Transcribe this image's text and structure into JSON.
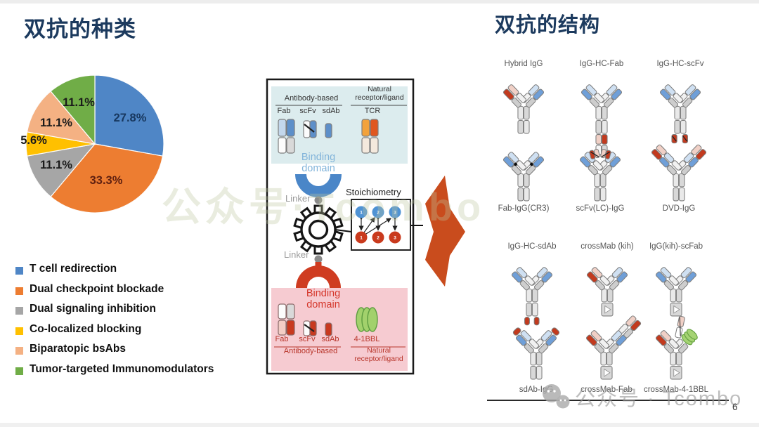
{
  "left_section": {
    "title": "双抗的种类"
  },
  "chart_data": {
    "type": "pie",
    "title": "双抗的种类",
    "labels": [
      "T cell redirection",
      "Dual checkpoint blockade",
      "Dual signaling inhibition",
      "Co-localized blocking",
      "Biparatopic bsAbs",
      "Tumor-targeted Immunomodulators"
    ],
    "values": [
      27.8,
      33.3,
      11.1,
      5.6,
      11.1,
      11.1
    ],
    "value_labels": [
      "27.8%",
      "33.3%",
      "11.1%",
      "5.6%",
      "11.1%",
      "11.1%"
    ],
    "colors": [
      "#4f86c6",
      "#ed7d31",
      "#a6a6a6",
      "#ffc000",
      "#f4b183",
      "#70ad47"
    ],
    "label_colors": [
      "#17375e",
      "#5e1f10",
      "#1a1a1a",
      "#1a1a1a",
      "#1a1a1a",
      "#1a1a1a"
    ],
    "start_angle_deg": 0,
    "direction": "clockwise",
    "legend_position": "below-left"
  },
  "legend": {
    "items": [
      {
        "label": "T cell redirection",
        "color": "#4f86c6"
      },
      {
        "label": "Dual checkpoint blockade",
        "color": "#ed7d31"
      },
      {
        "label": "Dual signaling inhibition",
        "color": "#a6a6a6"
      },
      {
        "label": "Co-localized blocking",
        "color": "#ffc000"
      },
      {
        "label": "Biparatopic bsAbs",
        "color": "#f4b183"
      },
      {
        "label": "Tumor-targeted Immunomodulators",
        "color": "#70ad47"
      }
    ]
  },
  "middle_diagram": {
    "top_panel": {
      "group1_heading": "Antibody-based",
      "group2_heading": "Natural receptor/ligand",
      "items": [
        "Fab",
        "scFv",
        "sdAb"
      ],
      "item2": "TCR",
      "caption": "Binding domain"
    },
    "linker_top": "Linker",
    "linker_bottom": "Linker",
    "core_label": "Multimerization core",
    "stoichiometry": {
      "label": "Stoichiometry",
      "top_row": [
        "1",
        "2",
        "3"
      ],
      "bottom_row": [
        "1",
        "2",
        "3"
      ]
    },
    "bottom_panel": {
      "caption": "Binding domain",
      "items": [
        "Fab",
        "scFv",
        "sdAb"
      ],
      "item2": "4-1BBL",
      "group1_heading": "Antibody-based",
      "group2_heading": "Natural receptor/ligand"
    }
  },
  "right_section": {
    "title": "双抗的结构",
    "groups": [
      {
        "top": [
          {
            "label": "Hybrid IgG",
            "variant": "hybrid-igg"
          },
          {
            "label": "IgG-HC-Fab",
            "variant": "igg-hc-fab"
          },
          {
            "label": "IgG-HC-scFv",
            "variant": "igg-hc-scfv"
          }
        ],
        "bottom": [
          {
            "label": "Fab-IgG(CR3)",
            "variant": "fab-igg-cr3"
          },
          {
            "label": "scFv(LC)-IgG",
            "variant": "scfv-lc-igg"
          },
          {
            "label": "DVD-IgG",
            "variant": "dvd-igg"
          }
        ]
      },
      {
        "top": [
          {
            "label": "IgG-HC-sdAb",
            "variant": "igg-hc-sdab"
          },
          {
            "label": "crossMab (kih)",
            "variant": "crossmab-kih"
          },
          {
            "label": "IgG(kih)-scFab",
            "variant": "igg-kih-scfab"
          }
        ],
        "bottom": [
          {
            "label": "sdAb-IgG",
            "variant": "sdab-igg"
          },
          {
            "label": "crossMab-Fab",
            "variant": "crossmab-fab"
          },
          {
            "label": "crossMab-4-1BBL",
            "variant": "crossmab-4-1bbl"
          }
        ]
      }
    ]
  },
  "watermarks": {
    "center": "公众号·Tcombo",
    "bottom": "公众号 · Tcombo"
  },
  "page_number": "6"
}
